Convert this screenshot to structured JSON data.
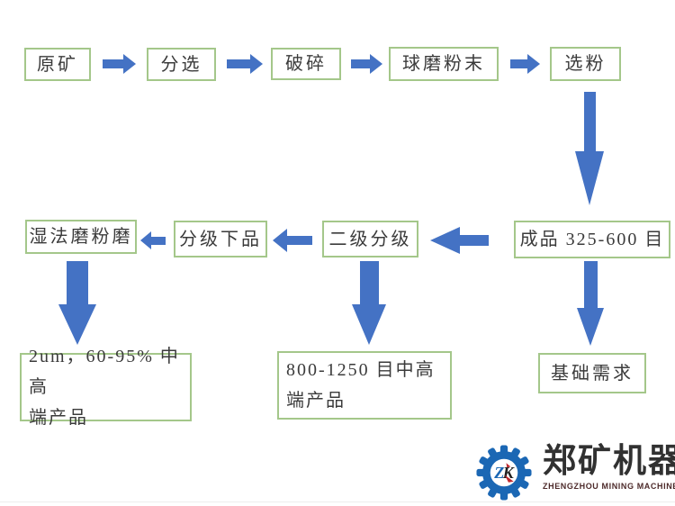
{
  "diagram": {
    "nodes": {
      "raw_ore": "原矿",
      "sorting": "分选",
      "crushing": "破碎",
      "ball_mill_powder": "球磨粉末",
      "powder_selection": "选粉",
      "finished_product": "成品 325-600 目",
      "secondary_classification": "二级分级",
      "classified_low_grade": "分级下品",
      "wet_grinding_mill": "湿法磨粉磨",
      "product_2um_line1": "2um，60-95% 中高",
      "product_2um_line2": "端产品",
      "product_800_1250_line1": "800-1250 目中高",
      "product_800_1250_line2": "端产品",
      "basic_demand": "基础需求"
    },
    "edges": [
      {
        "from": "原矿",
        "to": "分选"
      },
      {
        "from": "分选",
        "to": "破碎"
      },
      {
        "from": "破碎",
        "to": "球磨粉末"
      },
      {
        "from": "球磨粉末",
        "to": "选粉"
      },
      {
        "from": "选粉",
        "to": "成品 325-600 目"
      },
      {
        "from": "成品 325-600 目",
        "to": "二级分级"
      },
      {
        "from": "二级分级",
        "to": "分级下品"
      },
      {
        "from": "分级下品",
        "to": "湿法磨粉磨"
      },
      {
        "from": "湿法磨粉磨",
        "to": "2um，60-95% 中高端产品"
      },
      {
        "from": "二级分级",
        "to": "800-1250 目中高端产品"
      },
      {
        "from": "成品 325-600 目",
        "to": "基础需求"
      }
    ],
    "colors": {
      "arrow": "#4472C4",
      "box_border": "#A4C78A",
      "text": "#3B3B3B"
    }
  },
  "logo": {
    "monogram_z": "Z",
    "monogram_k": "K",
    "company_name_zh": "郑矿机器",
    "company_name_en": "ZHENGZHOU MINING MACHINERY",
    "colors": {
      "gear_blue": "#1B67B4",
      "accent_red": "#C0272D",
      "name_color": "#313131",
      "en_color": "#4D2A2A"
    }
  }
}
